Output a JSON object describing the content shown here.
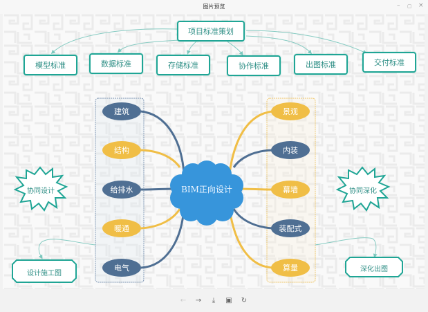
{
  "window": {
    "title": "图片预览",
    "controls": {
      "minimize": "–",
      "maximize": "▢",
      "close": "×"
    }
  },
  "diagram": {
    "root_planning": "项目标准策划",
    "standards": [
      "模型标准",
      "数据标准",
      "存储标准",
      "协作标准",
      "出图标准",
      "交付标准"
    ],
    "center": "BIM正向设计",
    "left_disciplines": [
      {
        "label": "建筑",
        "color": "blue"
      },
      {
        "label": "结构",
        "color": "yellow"
      },
      {
        "label": "给排水",
        "color": "blue"
      },
      {
        "label": "暖通",
        "color": "yellow"
      },
      {
        "label": "电气",
        "color": "blue"
      }
    ],
    "right_disciplines": [
      {
        "label": "景观",
        "color": "yellow"
      },
      {
        "label": "内装",
        "color": "blue"
      },
      {
        "label": "幕墙",
        "color": "yellow"
      },
      {
        "label": "装配式",
        "color": "blue"
      },
      {
        "label": "算量",
        "color": "yellow"
      }
    ],
    "left_collab": "协同设计",
    "left_output": "设计施工图",
    "right_collab": "协同深化",
    "right_output": "深化出图",
    "colors": {
      "teal": "#1fa595",
      "blue_node": "#4f6f93",
      "yellow_node": "#f0be46",
      "cloud": "#3795db"
    }
  },
  "toolbar": {
    "prev": "←",
    "next": "→",
    "download": "⤓",
    "fit": "▣",
    "rotate": "↻"
  }
}
